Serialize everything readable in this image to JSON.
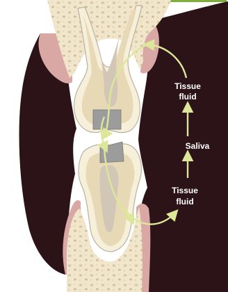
{
  "labels": {
    "tissue_fluid_upper_line1": "Tissue",
    "tissue_fluid_upper_line2": "fluid",
    "saliva": "Saliva",
    "tissue_fluid_lower_line1": "Tissue",
    "tissue_fluid_lower_line2": "fluid"
  },
  "colors": {
    "background_dark": "#2b1318",
    "gingiva": "#d9a8a4",
    "bone": "#f1e6cc",
    "enamel": "#f6efd9",
    "dentin": "#e7d9b5",
    "pulp": "#d2c7b7",
    "restoration": "#9c9c9c",
    "arrow": "#dce79a",
    "label_text": "#ffffff"
  }
}
